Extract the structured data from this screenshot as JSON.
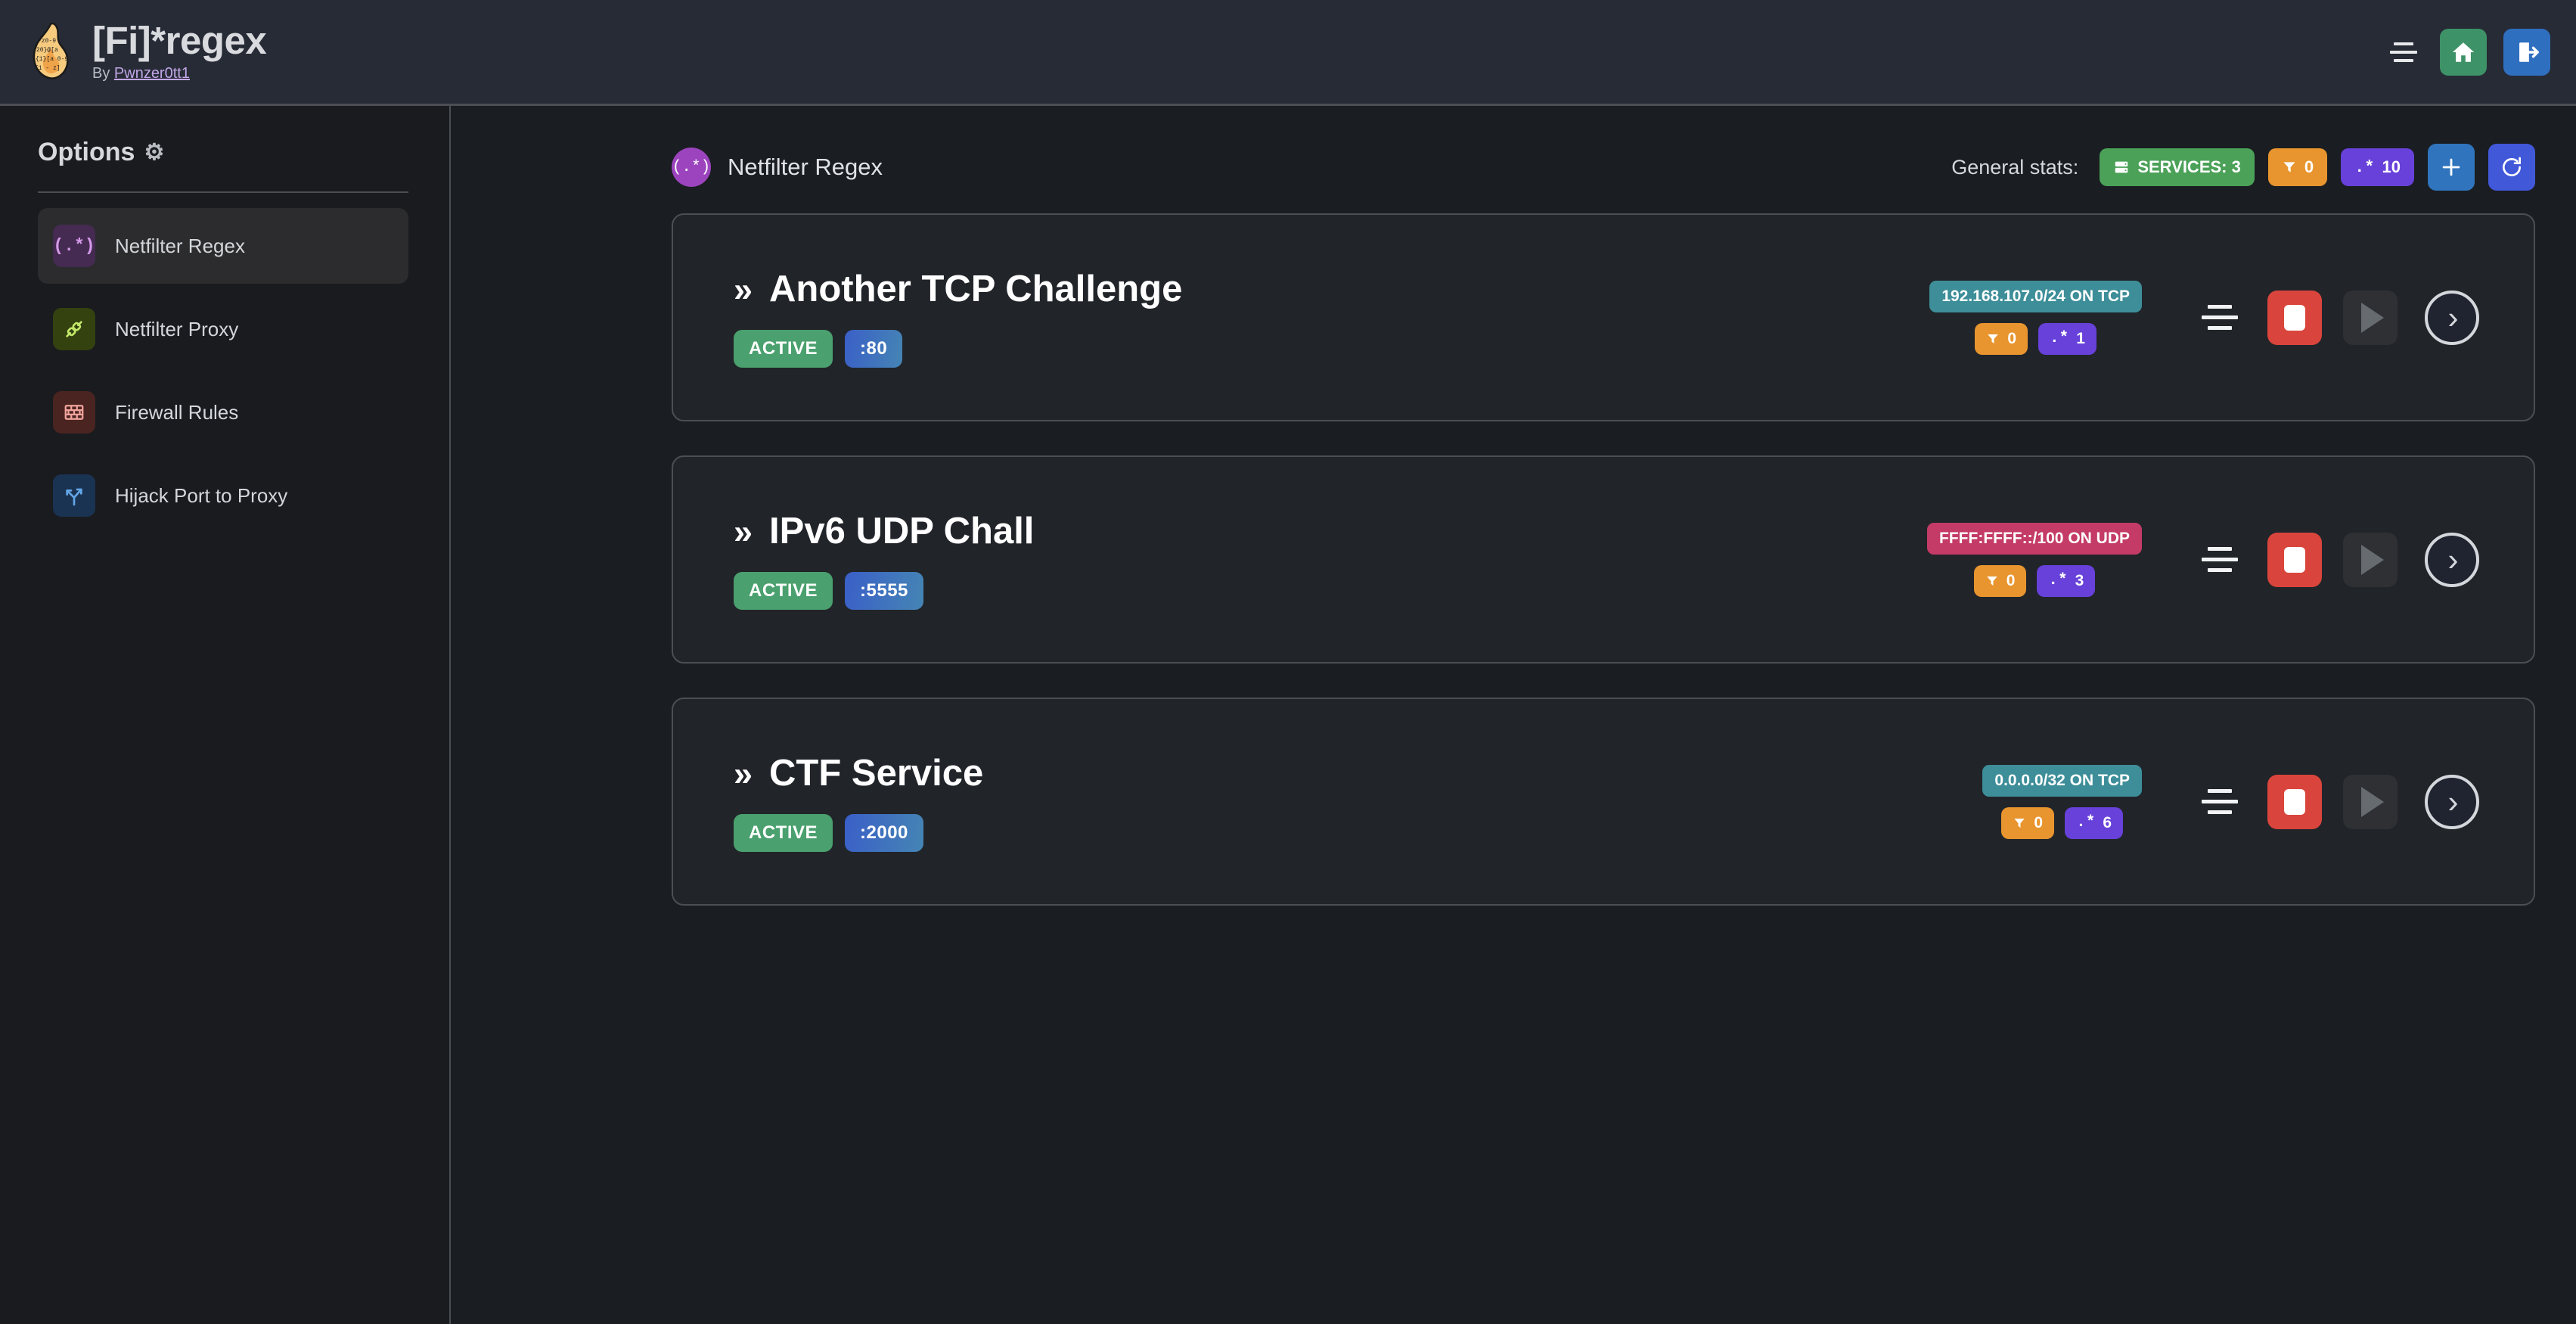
{
  "header": {
    "logo_icon": "flame-regex-logo",
    "title": "[Fi]*regex",
    "by_prefix": "By ",
    "author": "Pwnzer0tt1",
    "menu_icon": "hamburger-icon",
    "home_icon": "home-icon",
    "logout_icon": "logout-icon"
  },
  "sidebar": {
    "title": "Options",
    "gear_icon": "gear-icon",
    "items": [
      {
        "label": "Netfilter Regex",
        "icon": "regex-icon",
        "glyph": "(.*)",
        "active": true
      },
      {
        "label": "Netfilter Proxy",
        "icon": "plug-icon",
        "glyph": "",
        "active": false
      },
      {
        "label": "Firewall Rules",
        "icon": "brick-wall-icon",
        "glyph": "",
        "active": false
      },
      {
        "label": "Hijack Port to Proxy",
        "icon": "fork-arrow-icon",
        "glyph": "",
        "active": false
      }
    ]
  },
  "main": {
    "page_icon": "regex-circle-icon",
    "page_icon_glyph": "(.*)",
    "page_title": "Netfilter Regex",
    "stats": {
      "label": "General stats:",
      "services": {
        "icon": "server-icon",
        "text": "SERVICES: 3"
      },
      "filters": {
        "icon": "funnel-icon",
        "text": "0"
      },
      "regexes": {
        "icon": "regex-small-icon",
        "text": "10"
      },
      "add_icon": "plus-icon",
      "refresh_icon": "refresh-icon"
    },
    "services": [
      {
        "chevron": "»",
        "name": "Another TCP Challenge",
        "status": "ACTIVE",
        "port": ":80",
        "network": "192.168.107.0/24 ON TCP",
        "network_proto": "tcp",
        "filters": "0",
        "regexes": "1",
        "align_icon": "align-center-icon",
        "stop_icon": "stop-icon",
        "play_icon": "play-icon",
        "detail_icon": "chevron-right-icon"
      },
      {
        "chevron": "»",
        "name": "IPv6 UDP Chall",
        "status": "ACTIVE",
        "port": ":5555",
        "network": "FFFF:FFFF::/100 ON UDP",
        "network_proto": "udp",
        "filters": "0",
        "regexes": "3",
        "align_icon": "align-center-icon",
        "stop_icon": "stop-icon",
        "play_icon": "play-icon",
        "detail_icon": "chevron-right-icon"
      },
      {
        "chevron": "»",
        "name": "CTF Service",
        "status": "ACTIVE",
        "port": ":2000",
        "network": "0.0.0.0/32 ON TCP",
        "network_proto": "tcp",
        "filters": "0",
        "regexes": "6",
        "align_icon": "align-center-icon",
        "stop_icon": "stop-icon",
        "play_icon": "play-icon",
        "detail_icon": "chevron-right-icon"
      }
    ]
  },
  "colors": {
    "header_bg": "#262b36",
    "body_bg": "#1a1d21",
    "sidebar_bg": "#191b1f",
    "card_bg": "#212429",
    "card_border": "#4b4f55",
    "accent_green": "#4aa06e",
    "accent_orange": "#e8952f",
    "accent_purple": "#6741d9",
    "accent_red": "#d9453c",
    "accent_blue": "#2f74bd",
    "tcp_teal": "#3d8e99",
    "udp_pink": "#c43b68"
  }
}
